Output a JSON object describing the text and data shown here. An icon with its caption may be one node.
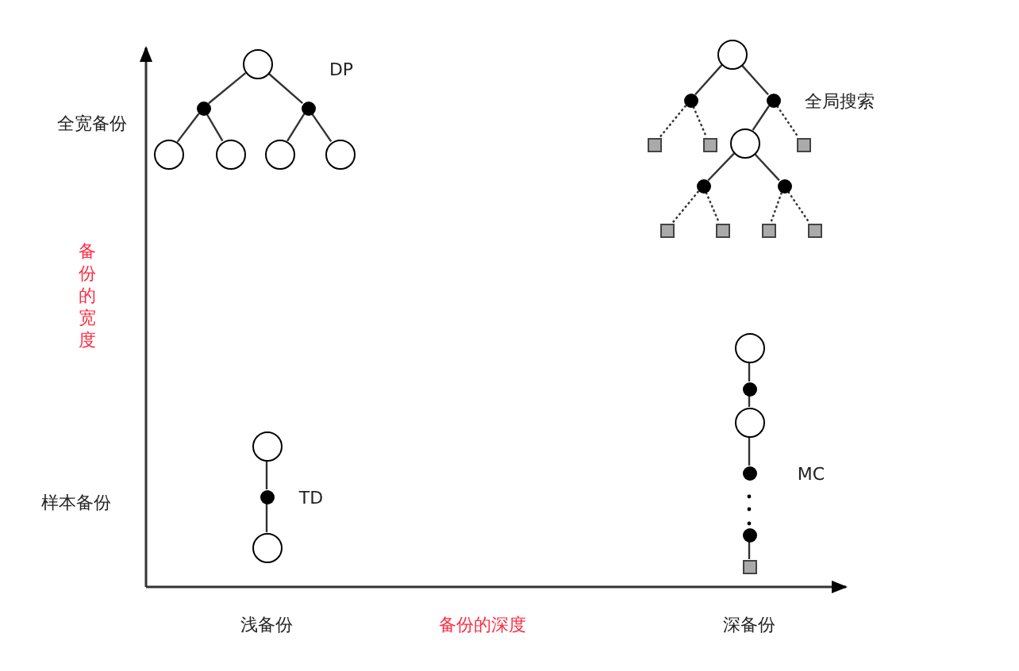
{
  "diagram": {
    "nodes": [
      {
        "text": [],
        "shape": "circle"
      },
      {
        "text": [],
        "shape": "dot"
      },
      {
        "text": [],
        "shape": "dot"
      },
      {
        "text": [],
        "shape": "circle"
      },
      {
        "text": [],
        "shape": "circle"
      },
      {
        "text": [],
        "shape": "circle"
      },
      {
        "text": [],
        "shape": "circle"
      },
      {
        "text": [],
        "shape": "circle"
      },
      {
        "text": [],
        "shape": "dot"
      },
      {
        "text": [],
        "shape": "dot"
      },
      {
        "text": [],
        "shape": "box"
      },
      {
        "text": [],
        "shape": "box"
      },
      {
        "text": [],
        "shape": "circle"
      },
      {
        "text": [],
        "shape": "box"
      },
      {
        "text": [],
        "shape": "dot"
      },
      {
        "text": [],
        "shape": "dot"
      },
      {
        "text": [],
        "shape": "box"
      },
      {
        "text": [],
        "shape": "box"
      },
      {
        "text": [],
        "shape": "box"
      },
      {
        "text": [],
        "shape": "box"
      },
      {
        "text": [],
        "shape": "circle"
      },
      {
        "text": [],
        "shape": "dot"
      },
      {
        "text": [],
        "shape": "circle"
      },
      {
        "text": [],
        "shape": "circle"
      },
      {
        "text": [],
        "shape": "dot"
      },
      {
        "text": [],
        "shape": "circle"
      },
      {
        "text": [],
        "shape": "dot"
      },
      {
        "text": [],
        "shape": "dot"
      },
      {
        "text": [],
        "shape": "box"
      }
    ],
    "edges": [
      {
        "from": 0,
        "to": 1,
        "arrow": "none"
      },
      {
        "from": 0,
        "to": 2,
        "arrow": "none"
      },
      {
        "from": 1,
        "to": 3,
        "arrow": "none"
      },
      {
        "from": 1,
        "to": 4,
        "arrow": "none"
      },
      {
        "from": 2,
        "to": 5,
        "arrow": "none"
      },
      {
        "from": 2,
        "to": 6,
        "arrow": "none"
      },
      {
        "from": 7,
        "to": 8,
        "arrow": "none"
      },
      {
        "from": 7,
        "to": 9,
        "arrow": "none"
      },
      {
        "from": 8,
        "to": 10,
        "arrow": "none",
        "style": "dashed"
      },
      {
        "from": 8,
        "to": 11,
        "arrow": "none",
        "style": "dashed"
      },
      {
        "from": 9,
        "to": 12,
        "arrow": "none"
      },
      {
        "from": 9,
        "to": 13,
        "arrow": "none",
        "style": "dashed"
      },
      {
        "from": 12,
        "to": 14,
        "arrow": "none"
      },
      {
        "from": 12,
        "to": 15,
        "arrow": "none"
      },
      {
        "from": 14,
        "to": 16,
        "arrow": "none",
        "style": "dashed"
      },
      {
        "from": 14,
        "to": 17,
        "arrow": "none",
        "style": "dashed"
      },
      {
        "from": 15,
        "to": 18,
        "arrow": "none",
        "style": "dashed"
      },
      {
        "from": 15,
        "to": 19,
        "arrow": "none",
        "style": "dashed"
      },
      {
        "from": 20,
        "to": 21,
        "arrow": "none"
      },
      {
        "from": 21,
        "to": 22,
        "arrow": "none"
      },
      {
        "from": 23,
        "to": 24,
        "arrow": "none"
      },
      {
        "from": 24,
        "to": 25,
        "arrow": "none"
      },
      {
        "from": 25,
        "to": 26,
        "arrow": "none"
      },
      {
        "from": 27,
        "to": 28,
        "arrow": "none"
      }
    ],
    "labels": [
      "全宽备份",
      "DP",
      "全局搜索",
      "备份的宽度",
      "样本备份",
      "TD",
      "MC",
      "浅备份",
      "备份的深度",
      "深备份"
    ]
  }
}
